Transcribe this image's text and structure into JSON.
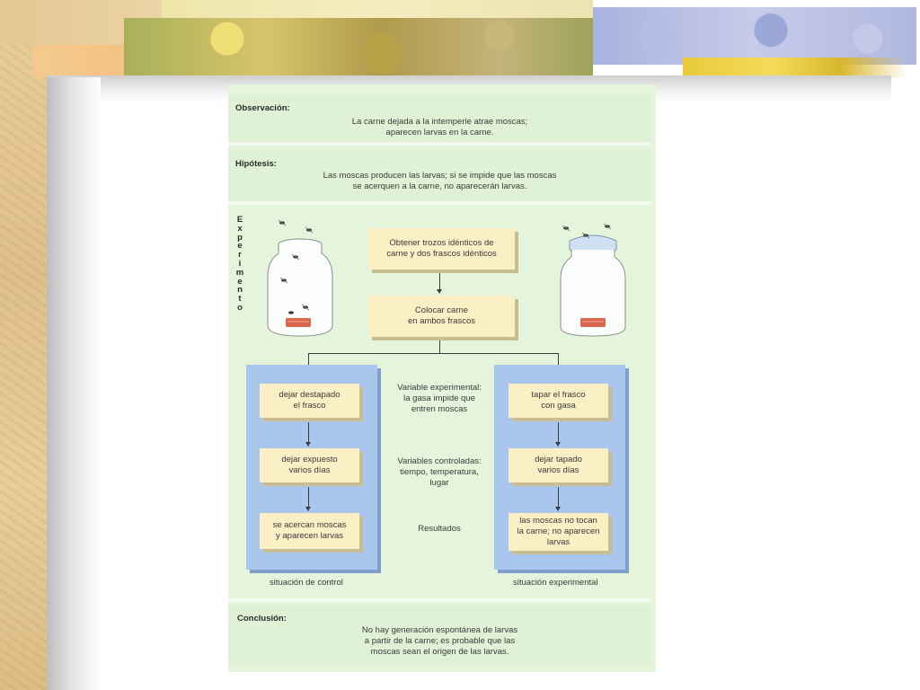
{
  "observation": {
    "label": "Observación:",
    "text_1": "La carne dejada a la intemperie atrae moscas;",
    "text_2": "aparecen larvas en la carne."
  },
  "hypothesis": {
    "label": "Hipótesis:",
    "text_1": "Las moscas producen las larvas; si se impide que las moscas",
    "text_2": "se acerquen a la carne, no aparecerán larvas."
  },
  "experiment": {
    "label_vertical": "E\nx\np\ne\nr\ni\nm\ne\nn\nt\no",
    "step_1": "Obtener trozos idénticos de\ncarne y dos frascos idénticos",
    "step_2": "Colocar carne\nen ambos frascos",
    "control": {
      "steps": [
        "dejar destapado\nel frasco",
        "dejar expuesto\nvarios días",
        "se acercan moscas\ny aparecen larvas"
      ],
      "caption": "situación de control"
    },
    "experimental": {
      "steps": [
        "tapar el frasco\ncon gasa",
        "dejar tapado\nvarios días",
        "las moscas no tocan\nla carne; no aparecen\nlarvas"
      ],
      "caption": "situación experimental"
    },
    "middle": {
      "variable_experimental": "Variable experimental:\nla gasa impide que\nentren moscas",
      "variables_controladas": "Variables controladas:\ntiempo, temperatura,\nlugar",
      "resultados": "Resultados"
    }
  },
  "conclusion": {
    "label": "Conclusión:",
    "text_1": "No hay generación espontánea de larvas",
    "text_2": "a partir de la carne; es probable que las",
    "text_3": "moscas sean el origen de las larvas."
  },
  "colors": {
    "panel_bg": "#dff2d6",
    "step_box": "#fbefc6",
    "situation_box": "#a9c6ec"
  }
}
